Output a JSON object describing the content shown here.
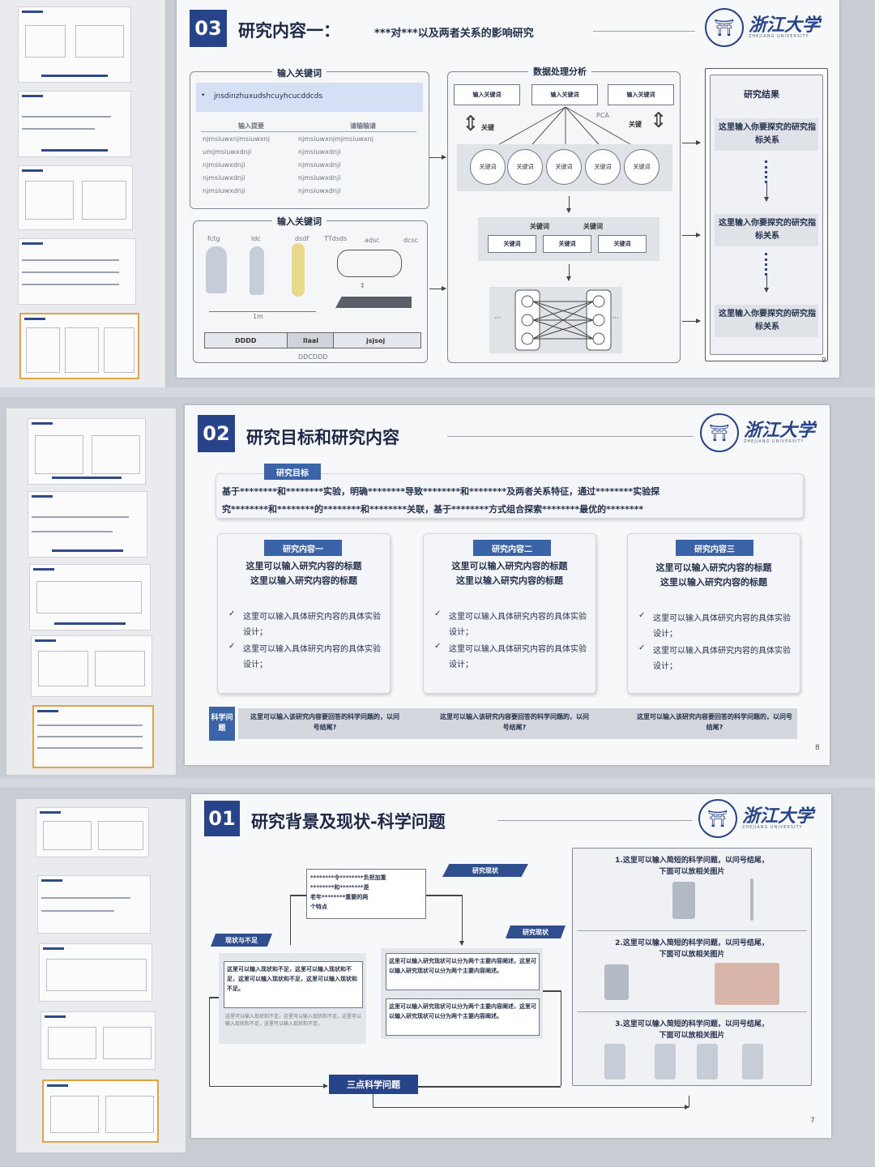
{
  "slide_top": {
    "num": "03",
    "title": "研究内容一：",
    "subtitle": "***对***以及两者关系的影响研究",
    "logo": {
      "seal": "⛩",
      "name": "浙江大学",
      "sub": "ZHEJIANG UNIVERSITY"
    },
    "page": "9",
    "panel_input1": {
      "label": "输入关键词",
      "highlight": "jnsdinzhuxudshcuyhcucddcds",
      "col1": "输入提要",
      "col2": "请输输请",
      "rows": [
        [
          "njmsiuwxnjmsiuwxnj",
          "njmsiuwxnjmjmsiuwxnj"
        ],
        [
          "umjmsiuwxdnji",
          "njmsiuwxdnji"
        ],
        [
          "njmsiuwxdnji",
          "njmsiuwxdnji"
        ],
        [
          "njmsiuwxdnji",
          "njmsiuwxdnji"
        ],
        [
          "njmsiuwxdnji",
          "njmsiuwxdnji"
        ]
      ]
    },
    "panel_input2": {
      "label": "输入关键词",
      "gait_labels": [
        "fctg",
        "ldc",
        "dsdf",
        "TTdsds",
        "adsc",
        "dcsc"
      ],
      "meas": "1m",
      "bar": [
        "DDDD",
        "llaal",
        "jsjsoj"
      ],
      "foot": "DDCDDD"
    },
    "panel_process": {
      "label": "数据处理分析",
      "inputs": [
        "输入关键词",
        "输入关键词",
        "输入关键词"
      ],
      "pca": "PCA",
      "side_left": "关键",
      "side_right": "关键",
      "circles": [
        "关键词",
        "关键词",
        "关键词",
        "关键词",
        "关键词"
      ],
      "row2_top": [
        "关键词",
        "关键词"
      ],
      "row2": [
        "关键词",
        "关键词",
        "关键词"
      ]
    },
    "panel_result": {
      "label": "研究结果",
      "items": [
        "这里输入你要探究的研究指标关系",
        "这里输入你要探究的研究指标关系",
        "这里输入你要探究的研究指标关系"
      ]
    }
  },
  "slide_mid": {
    "num": "02",
    "title": "研究目标和研究内容",
    "logo": {
      "seal": "⛩",
      "name": "浙江大学",
      "sub": "ZHEJIANG UNIVERSITY"
    },
    "page": "8",
    "goal_tag": "研究目标",
    "goal_line1": "基于********和********实验，明确********导致********和********及两者关系特征，通过********实验探",
    "goal_line2": "究********和********的********和********关联，基于********方式组合探索********最优的********",
    "cards": [
      {
        "tag": "研究内容一",
        "title1": "这里可以输入研究内容的标题",
        "title2": "这里以输入研究内容的标题",
        "b1": "这里可以输入具体研究内容的具体实验设计；",
        "b2": "这里可以输入具体研究内容的具体实验设计；"
      },
      {
        "tag": "研究内容二",
        "title1": "这里可以输入研究内容的标题",
        "title2": "这里以输入研究内容的标题",
        "b1": "这里可以输入具体研究内容的具体实验设计；",
        "b2": "这里可以输入具体研究内容的具体实验设计；"
      },
      {
        "tag": "研究内容三",
        "title1": "这里可以输入研究内容的标题",
        "title2": "这里以输入研究内容的标题",
        "b1": "这里可以输入具体研究内容的具体实验设计；",
        "b2": "这里可以输入具体研究内容的具体实验设计；"
      }
    ],
    "sci_tag": "科学问题",
    "sci": [
      "这里可以输入该研究内容要回答的科学问题的，以问号结尾?",
      "这里可以输入该研究内容要回答的科学问题的，以问号结尾?",
      "这里可以输入该研究内容要回答的科学问题的，以问号结尾?"
    ]
  },
  "slide_bot": {
    "num": "01",
    "title": "研究背景及现状-科学问题",
    "logo": {
      "seal": "⛩",
      "name": "浙江大学",
      "sub": "ZHEJIANG UNIVERSITY"
    },
    "page": "7",
    "top_box": [
      "********令********负担加重",
      "********和********是",
      "老年********重要的两",
      "个特点"
    ],
    "tag_right1": "研究现状",
    "tag_left": "现状与不足",
    "tag_right2": "研究现状",
    "left_box": "这里可以输入现状和不足，这里可以输入现状和不足，这里可以输入现状和不足，这里可以输入现状和不足。",
    "left_box_small": "这里可以输入现状和不足，这里可以输入现状和不足，这里可以输入现状和不足，这里可以输入现状和不足。",
    "right_box1": "这里可以输入研究现状可以分为两个主要内容阐述，这里可以输入研究现状可以分为两个主要内容阐述。",
    "right_box2": "这里可以输入研究现状可以分为两个主要内容阐述，这里可以输入研究现状可以分为两个主要内容阐述。",
    "bottom_tag": "三点科学问题",
    "questions": [
      {
        "line1": "1.这里可以输入简短的科学问题，以问号结尾，",
        "line2": "下面可以放相关图片"
      },
      {
        "line1": "2.这里可以输入简短的科学问题，以问号结尾，",
        "line2": "下面可以放相关图片"
      },
      {
        "line1": "3.这里可以输入简短的科学问题，以问号结尾，",
        "line2": "下面可以放相关图片"
      }
    ]
  }
}
